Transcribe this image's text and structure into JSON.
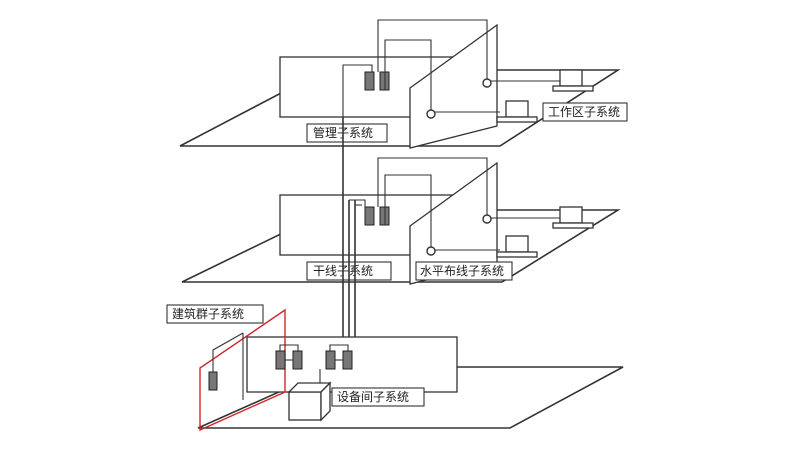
{
  "labels": {
    "management": "管理子系统",
    "work_area": "工作区子系统",
    "backbone": "干线子系统",
    "horizontal": "水平布线子系统",
    "building_group": "建筑群子系统",
    "equipment_room": "设备间子系统"
  }
}
